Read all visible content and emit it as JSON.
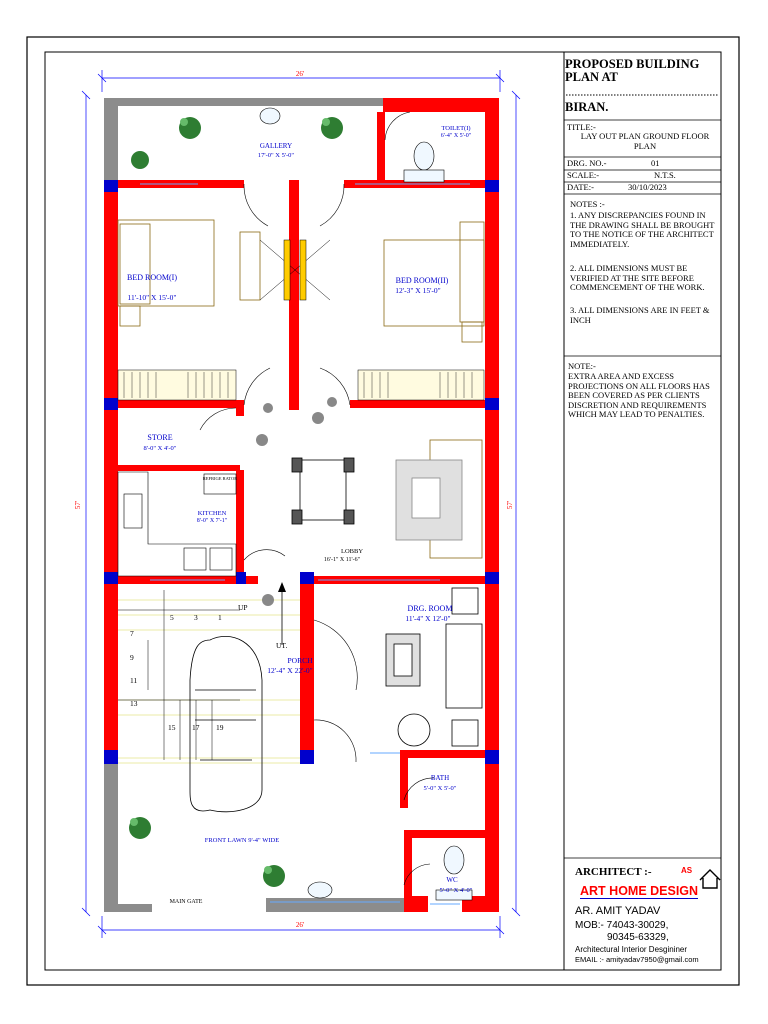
{
  "title_block": {
    "project": "PROPOSED BUILDING PLAN AT",
    "location": "BIRAN.",
    "title_label": "TITLE:-",
    "title_value": "LAY OUT PLAN GROUND FLOOR PLAN",
    "drg_label": "DRG. NO.-",
    "drg_value": "01",
    "scale_label": "SCALE:-",
    "scale_value": "N.T.S.",
    "date_label": "DATE:-",
    "date_value": "30/10/2023",
    "notes_heading": "NOTES :-",
    "notes": [
      "1. ANY DISCREPANCIES FOUND IN THE DRAWING SHALL BE BROUGHT TO THE NOTICE OF THE ARCHITECT IMMEDIATELY.",
      "2. ALL DIMENSIONS MUST BE VERIFIED AT THE SITE BEFORE COMMENCEMENT OF THE WORK.",
      "3. ALL DIMENSIONS ARE IN FEET & INCH"
    ],
    "note2_heading": "NOTE:-",
    "note2": "EXTRA AREA AND EXCESS PROJECTIONS ON ALL FLOORS HAS BEEN COVERED AS PER CLIENTS DISCRETION AND REQUIREMENTS WHICH MAY LEAD TO PENALTIES.",
    "architect_label": "ARCHITECT :-",
    "logo_text": "AS",
    "firm": "ART HOME DESIGN",
    "name": "AR. AMIT YADAV",
    "mob1": "MOB:- 74043-30029,",
    "mob2": "90345-63329,",
    "role": "Architectural Interior Desgininer",
    "email": "EMAIL :- amityadav7950@gmail.com"
  },
  "dimensions": {
    "width_top": "26'",
    "width_bottom": "26'",
    "depth_left": "57'",
    "depth_right": "57'"
  },
  "rooms": {
    "gallery": {
      "name": "GALLERY",
      "size": "17'-0\" X 5'-0\""
    },
    "toilet": {
      "name": "TOILET(I)",
      "size": "6'-4\" X 5'-0\""
    },
    "bed1": {
      "name": "BED ROOM(I)",
      "size": "11'-10\" X 15'-0\""
    },
    "bed2": {
      "name": "BED ROOM(II)",
      "size": "12'-3\" X 15'-0\""
    },
    "store": {
      "name": "STORE",
      "size": "8'-0\" X 4'-0\""
    },
    "kitchen": {
      "name": "KITCHEN",
      "size": "8'-0\" X 7'-1\""
    },
    "fridge": "REFRIGE RATOR",
    "lobby": {
      "name": "LOBBY",
      "size": "16'-1\" X 11'-6\""
    },
    "drg": {
      "name": "DRG. ROOM",
      "size": "11'-4\" X 12'-0\""
    },
    "porch": {
      "name": "PORCH",
      "size": "12'-4\" X 22'-0\""
    },
    "bath": {
      "name": "BATH",
      "size": "5'-0\" X 5'-0\""
    },
    "wc": {
      "name": "WC",
      "size": "5'-0\" X 4'-0\""
    },
    "lawn": "FRONT LAWN 9'-4\" WIDE",
    "main_gate": "MAIN GATE"
  },
  "labels": {
    "up": "UP",
    "ut": "UT."
  },
  "stair_numbers": [
    "1",
    "3",
    "5",
    "7",
    "9",
    "11",
    "13",
    "15",
    "17",
    "19"
  ],
  "colors": {
    "wall": "#ff0000",
    "column": "#0000cc",
    "dim": "#0000ff",
    "room_text": "#0000cc",
    "furniture": "#8b6914",
    "plant": "#2e7d32"
  }
}
